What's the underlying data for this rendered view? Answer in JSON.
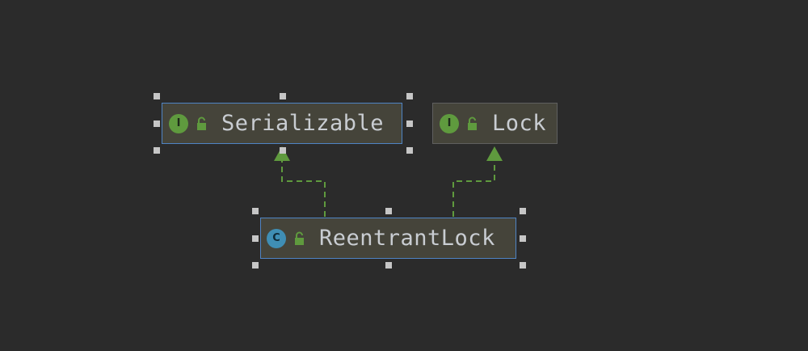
{
  "diagram": {
    "nodes": {
      "serializable": {
        "kind": "I",
        "name": "Serializable"
      },
      "lock": {
        "kind": "I",
        "name": "Lock"
      },
      "reentrant_lock": {
        "kind": "C",
        "name": "ReentrantLock"
      }
    },
    "edges": [
      {
        "from": "ReentrantLock",
        "to": "Serializable",
        "type": "implements"
      },
      {
        "from": "ReentrantLock",
        "to": "Lock",
        "type": "implements"
      }
    ],
    "colors": {
      "background": "#2b2b2b",
      "node_fill": "#45443a",
      "selected_border": "#4f84c4",
      "edge": "#5f9a3e"
    }
  }
}
